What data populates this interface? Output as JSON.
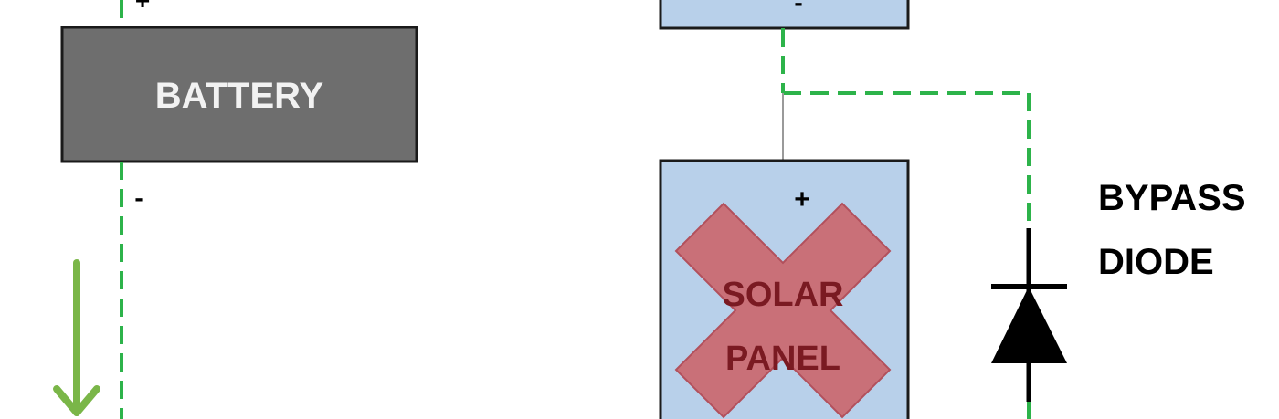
{
  "diagram": {
    "battery": {
      "label": "BATTERY",
      "plus": "+",
      "minus": "-"
    },
    "top_panel": {
      "minus": "-"
    },
    "solar_panel": {
      "label_line1": "SOLAR",
      "label_line2": "PANEL",
      "plus": "+",
      "status": "failed"
    },
    "diode": {
      "label_line1": "BYPASS",
      "label_line2": "DIODE"
    },
    "colors": {
      "current_path": "#2db34a",
      "arrow": "#7ab648",
      "battery_fill": "#6e6e6e",
      "panel_fill": "#b8d0ea",
      "x_mark_fill": "#c96a72",
      "x_mark_stroke": "#b2505c",
      "panel_text": "#7a1a22"
    }
  }
}
